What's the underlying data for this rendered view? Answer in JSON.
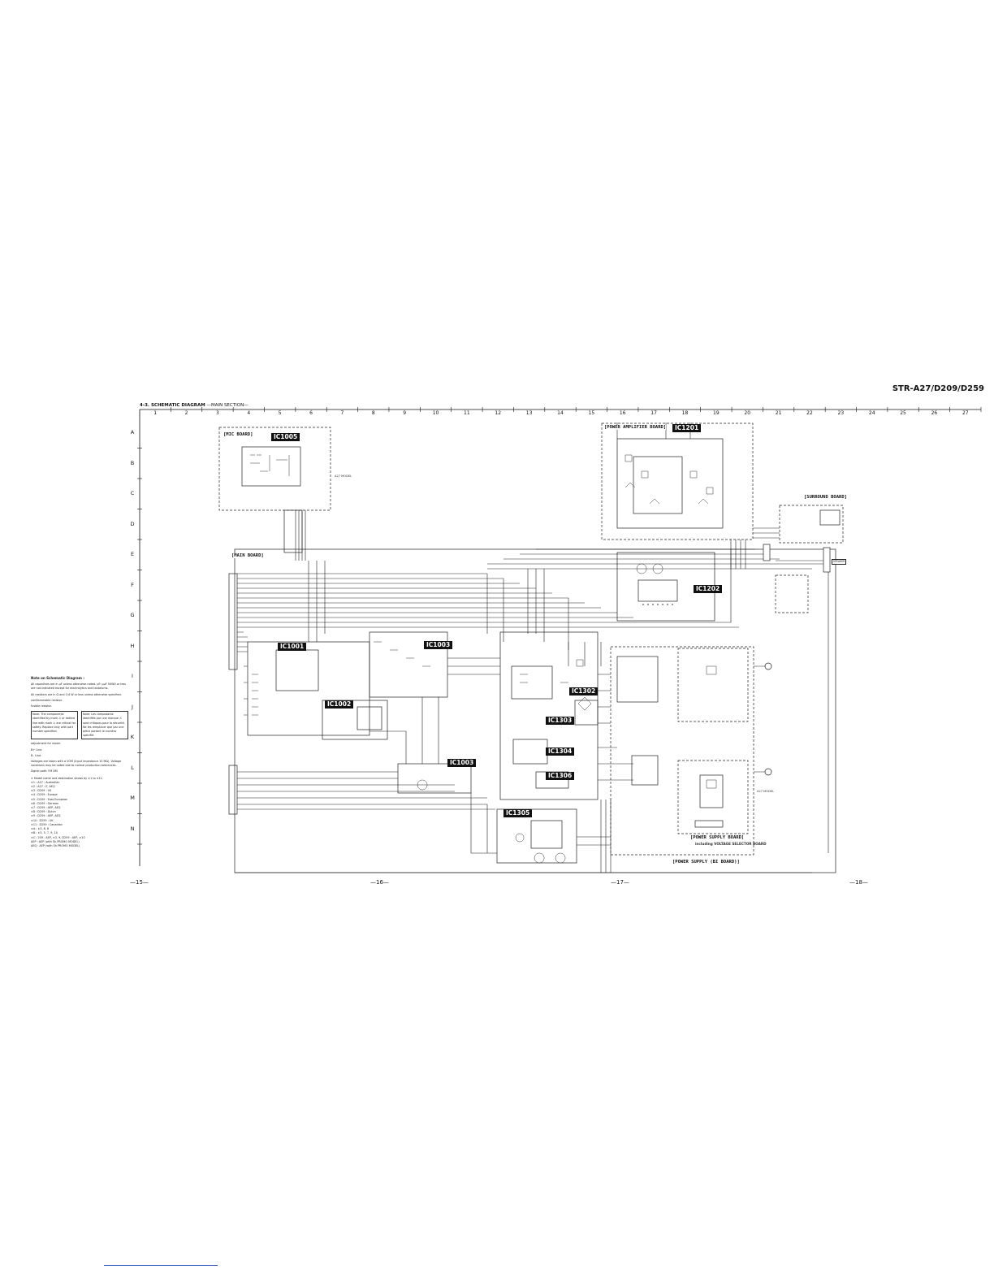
{
  "header": {
    "model_title": "STR-A27/D209/D259",
    "section_title": "4-3. SCHEMATIC DIAGRAM",
    "section_subtitle": "—MAIN SECTION—"
  },
  "grid": {
    "columns": [
      "1",
      "2",
      "3",
      "4",
      "5",
      "6",
      "7",
      "8",
      "9",
      "10",
      "11",
      "12",
      "13",
      "14",
      "15",
      "16",
      "17",
      "18",
      "19",
      "20",
      "21",
      "22",
      "23",
      "24",
      "25",
      "26",
      "27"
    ],
    "rows": [
      "A",
      "B",
      "C",
      "D",
      "E",
      "F",
      "G",
      "H",
      "I",
      "J",
      "K",
      "L",
      "M",
      "N"
    ]
  },
  "ic_labels": {
    "ic1005": "IC1005",
    "ic1001": "IC1001",
    "ic1002": "IC1002",
    "ic1003a": "IC1003",
    "ic1003b": "IC1003",
    "ic1201": "IC1201",
    "ic1202": "IC1202",
    "ic1302": "IC1302",
    "ic1303": "IC1303",
    "ic1304": "IC1304",
    "ic1305": "IC1305",
    "ic1306": "IC1306"
  },
  "boards": {
    "mic": "[MIC BOARD]",
    "main": "[MAIN BOARD]",
    "power_amp": "[POWER AMPLIFIER BOARD]",
    "surround": "[SURROUND BOARD]",
    "power_supply": "[POWER SUPPLY BOARD]",
    "power_supply_note": "including VOLTAGE SELECTOR BOARD",
    "power_supply_bi": "[POWER SUPPLY (BI BOARD)]"
  },
  "annotations": {
    "a27_model": "A27 MODEL",
    "speaker": "SPEAKER"
  },
  "notes": {
    "title": "Note on Schematic Diagram :",
    "items": [
      "All capacitors are in μF unless otherwise noted. pF: μμF 50WV or less are not indicated except for electrolytics and tantalums.",
      "All resistors are in Ω and 1/4 W or less unless otherwise specified.",
      "nonflammable resistor.",
      "fusible resistor."
    ],
    "note_left": "Note: The components identified by mark ⚠ or dotted line with mark ⚠ are critical for safety. Replace only with part number specified.",
    "note_right": "Note: Les composants identifiés par une marque ⚠ sont critiques pour la sécurité. Ne les remplacer que par une pièce portant le numéro spécifié.",
    "extra": [
      "adjustment for repair.",
      "B+ Line.",
      "B– Line.",
      "Voltages are taken with a VOM (Input impedance 10 MΩ). Voltage variations may be noted due to normal production tolerances.",
      "Signal path:  FM  AM"
    ],
    "destinations": [
      "∗ Model name and destination shows by ∗1 to ∗11.",
      "∗1 : A27 : Australian",
      "∗2 : A27 : E, AEQ",
      "∗3 : D209 : US",
      "∗4 : D209 : Europe",
      "∗5 : D209 : East European",
      "∗6 : D209 : German",
      "∗7 : D259 : AEP, AEQ",
      "∗8 : D209 : Dutch",
      "∗9 : D259 : AEP, AEQ",
      "∗10 : D259 : UK",
      "∗11 : D259 : Canadian",
      "∗A : ∗3, 6, 8",
      "∗B : ∗3, 5, 7, 9, 10",
      "∗C : 209 : AEP, ∗3, 9, D259 : AEP, ∗10",
      "AEP : AEP (with Sh PROMO MODEL)",
      "AEQ : AEP (with Sh PROMO MODEL)"
    ]
  },
  "page_numbers": [
    "—15—",
    "—16—",
    "—17—",
    "—18—"
  ]
}
